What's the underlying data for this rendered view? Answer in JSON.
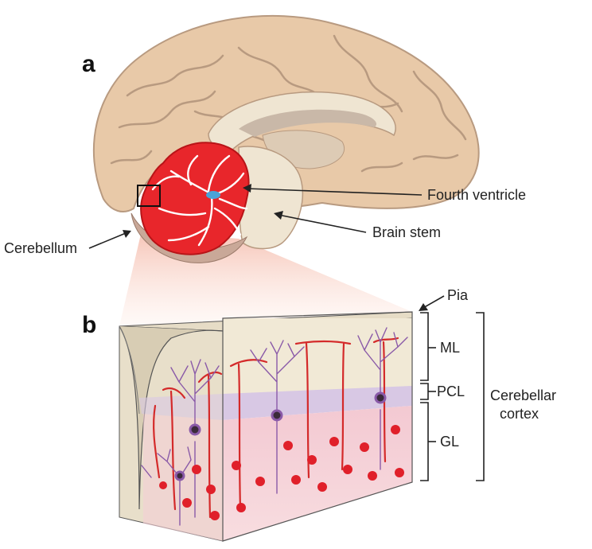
{
  "panel_a": {
    "letter": "a",
    "labels": {
      "fourth_ventricle": "Fourth ventricle",
      "brain_stem": "Brain stem",
      "cerebellum": "Cerebellum"
    }
  },
  "panel_b": {
    "letter": "b",
    "labels": {
      "pia": "Pia",
      "ml": "ML",
      "pcl": "PCL",
      "gl": "GL",
      "cortex_line1": "Cerebellar",
      "cortex_line2": "cortex"
    }
  },
  "colors": {
    "cerebrum": "#e8c9a8",
    "sulcus": "#b89a80",
    "cerebellum_red": "#e8262b",
    "ventricle": "#4aa3d8",
    "brainstem": "#efe5d2",
    "ml_layer": "#f1e9d6",
    "pcl_layer": "#d8c8e4",
    "gl_layer": "#f6d6da",
    "purkinje": "#8a5aa8",
    "granule": "#e0202a"
  }
}
